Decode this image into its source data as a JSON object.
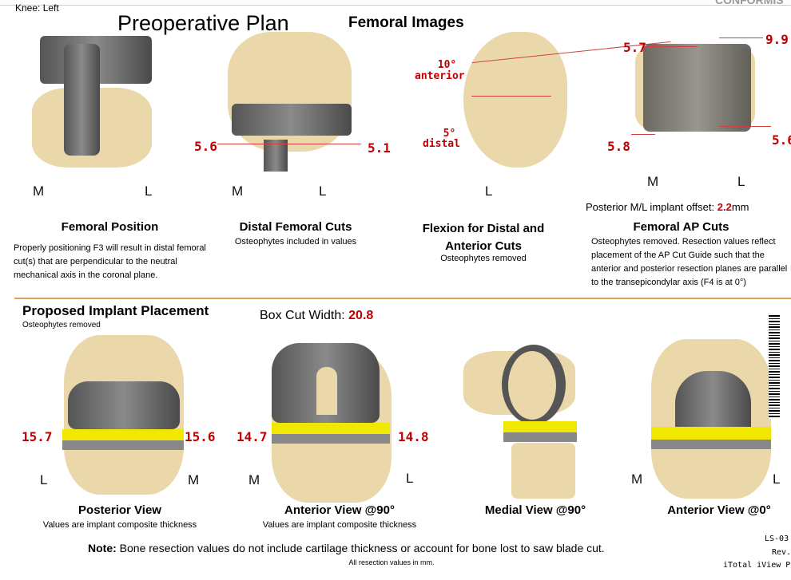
{
  "header": {
    "knee": "Knee: Left",
    "title": "Preoperative Plan",
    "femoral_images": "Femoral Images",
    "logo_partial": "CONFORMIS"
  },
  "femoral_position": {
    "m": "M",
    "l": "L",
    "caption": "Femoral Position",
    "description": "Properly positioning F3 will result in distal femoral cut(s) that are perpendicular to the neutral mechanical axis in the coronal plane."
  },
  "distal_cuts": {
    "left_value": "5.6",
    "right_value": "5.1",
    "m": "M",
    "l": "L",
    "caption": "Distal Femoral Cuts",
    "subcaption": "Osteophytes included in values"
  },
  "flexion": {
    "anterior_value": "10°",
    "anterior_label": "anterior",
    "distal_value": "5°",
    "distal_label": "distal",
    "l": "L",
    "caption": "Flexion for Distal and Anterior Cuts",
    "subcaption": "Osteophytes removed"
  },
  "ap_cuts": {
    "top_left": "5.7",
    "top_right": "9.9",
    "bottom_left": "5.8",
    "bottom_right": "5.6",
    "m": "M",
    "l": "L",
    "offset_label": "Posterior M/L implant offset:",
    "offset_value": "2.2",
    "offset_unit": "mm",
    "caption": "Femoral AP Cuts",
    "description": "Osteophytes removed. Resection values reflect placement of the AP Cut Guide such that the anterior and posterior resection planes are parallel to the transepicondylar axis (F4 is at 0°)"
  },
  "implant": {
    "title": "Proposed Implant Placement",
    "subtitle": "Osteophytes removed",
    "box_cut_label": "Box Cut Width:",
    "box_cut_value": "20.8"
  },
  "views": [
    {
      "caption": "Posterior View",
      "subcaption": "Values are implant composite thickness",
      "left_value": "15.7",
      "right_value": "15.6",
      "left": "L",
      "right": "M"
    },
    {
      "caption": "Anterior View @90°",
      "subcaption": "Values are implant composite thickness",
      "left_value": "14.7",
      "right_value": "14.8",
      "left": "M",
      "right": "L"
    },
    {
      "caption": "Medial View @90°"
    },
    {
      "caption": "Anterior View @0°",
      "left": "M",
      "right": "L"
    }
  ],
  "footer": {
    "note_label": "Note:",
    "note": "Bone resection values do not include cartilage thickness or account for bone lost to saw blade cut.",
    "units": "All resection values in mm.",
    "doc_id": "LS-03",
    "rev": "Rev.",
    "product": "iTotal iView PS v"
  },
  "colors": {
    "accent_line": "#e0a060",
    "value_red": "#c00000",
    "implant_yellow": "#f0e800",
    "bone": "#ead8aa"
  }
}
